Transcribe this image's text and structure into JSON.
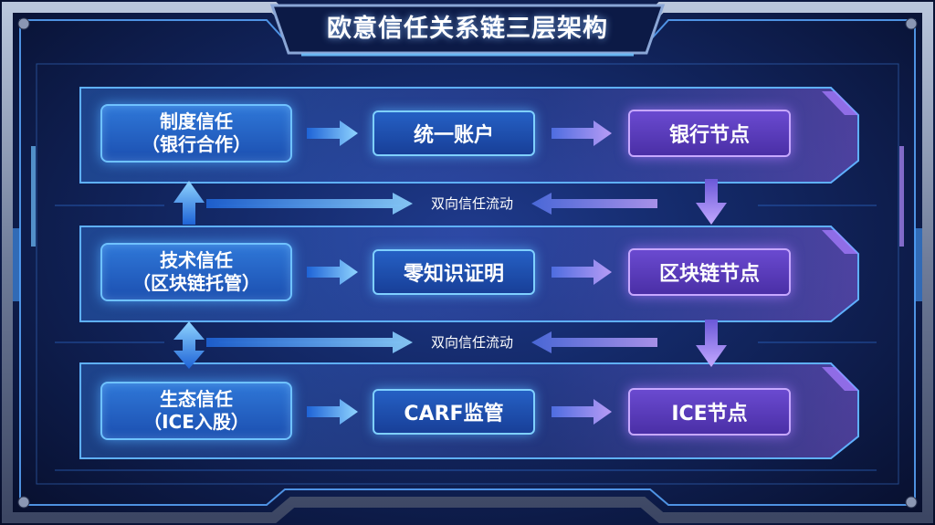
{
  "title": "欧意信任关系链三层架构",
  "layers": [
    {
      "trust_line1": "制度信任",
      "trust_line2": "（银行合作）",
      "middle": "统一账户",
      "node": "银行节点"
    },
    {
      "trust_line1": "技术信任",
      "trust_line2": "（区块链托管）",
      "middle": "零知识证明",
      "node": "区块链节点"
    },
    {
      "trust_line1": "生态信任",
      "trust_line2": "（ICE入股）",
      "middle": "CARF监管",
      "node": "ICE节点"
    }
  ],
  "flows": [
    "双向信任流动",
    "双向信任流动"
  ],
  "colors": {
    "trust_box": "#2f78d8",
    "middle_box": "#2560c4",
    "node_box": "#6a4ad0",
    "arrow_blue": "#5fb8ff",
    "arrow_purple": "#a88cf0"
  }
}
